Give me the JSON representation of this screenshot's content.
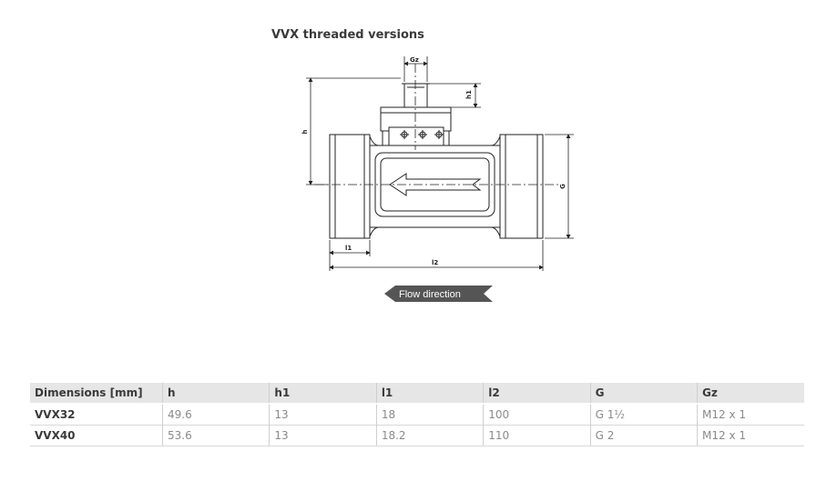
{
  "title": "VVX threaded versions",
  "drawing": {
    "labels": {
      "gz": "Gz",
      "h1": "h1",
      "h": "h",
      "l1": "l1",
      "l2": "l2",
      "g": "G"
    },
    "flow_direction": "Flow direction"
  },
  "table": {
    "headers": [
      "Dimensions [mm]",
      "h",
      "h1",
      "l1",
      "l2",
      "G",
      "Gz"
    ],
    "rows": [
      [
        "VVX32",
        "49.6",
        "13",
        "18",
        "100",
        "G 1½",
        "M12 x 1"
      ],
      [
        "VVX40",
        "53.6",
        "13",
        "18.2",
        "110",
        "G 2",
        "M12 x 1"
      ]
    ]
  },
  "colors": {
    "arrow_badge": "#555555",
    "header_bg": "#e6e6e6",
    "line": "#222222"
  }
}
